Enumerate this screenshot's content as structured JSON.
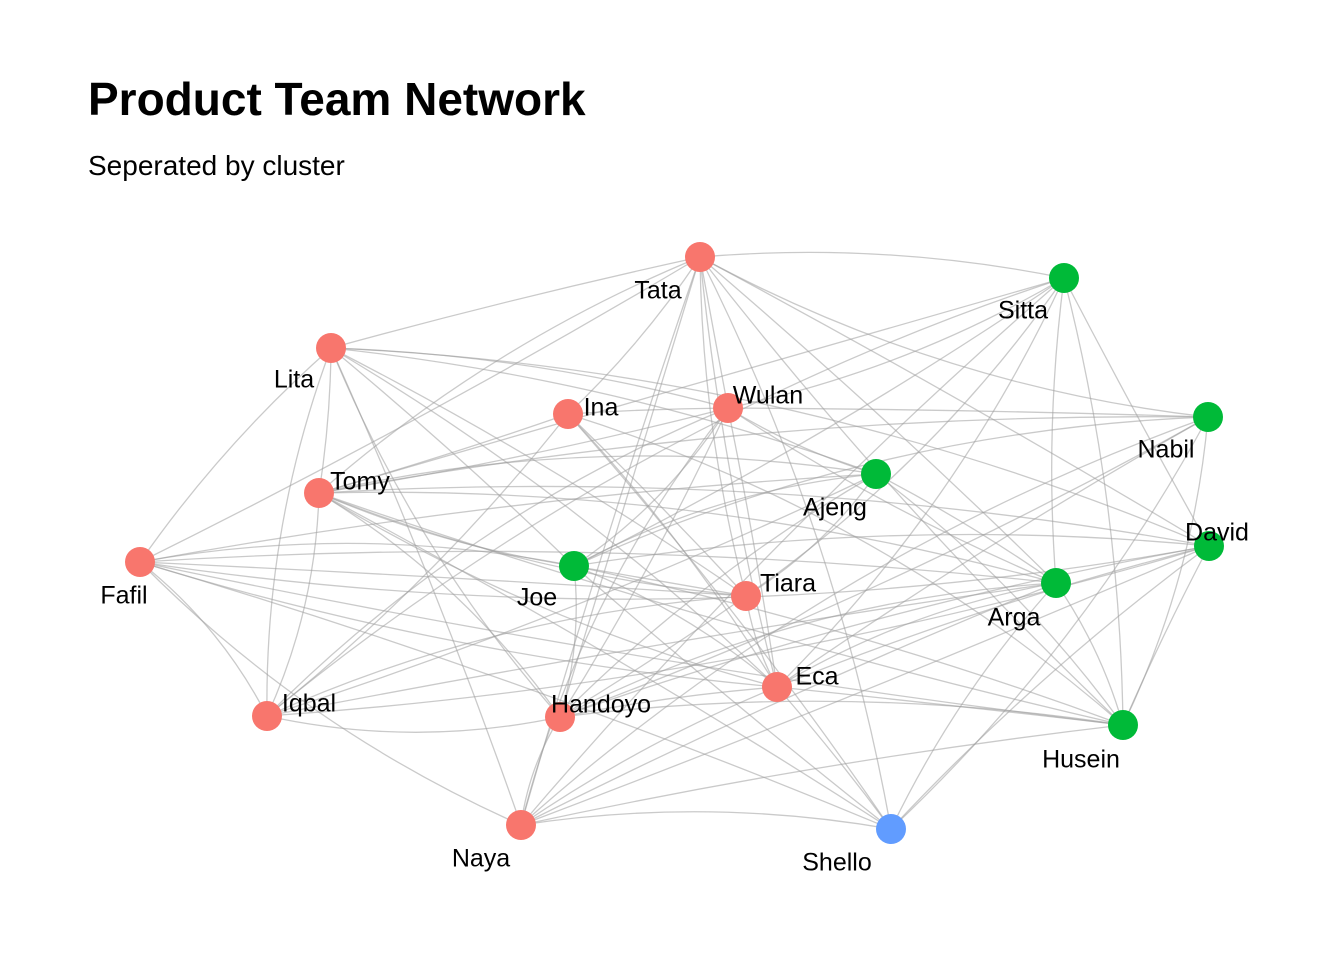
{
  "title": "Product Team Network",
  "subtitle": "Seperated by cluster",
  "colors": {
    "cluster1": "#f8766d",
    "cluster2": "#00ba38",
    "cluster3": "#619cff",
    "edge": "#9e9e9e"
  },
  "nodes": [
    {
      "id": "Tata",
      "cluster": 1
    },
    {
      "id": "Lita",
      "cluster": 1
    },
    {
      "id": "Ina",
      "cluster": 1
    },
    {
      "id": "Wulan",
      "cluster": 1
    },
    {
      "id": "Tomy",
      "cluster": 1
    },
    {
      "id": "Fafil",
      "cluster": 1
    },
    {
      "id": "Tiara",
      "cluster": 1
    },
    {
      "id": "Iqbal",
      "cluster": 1
    },
    {
      "id": "Handoyo",
      "cluster": 1
    },
    {
      "id": "Eca",
      "cluster": 1
    },
    {
      "id": "Naya",
      "cluster": 1
    },
    {
      "id": "Sitta",
      "cluster": 2
    },
    {
      "id": "Nabil",
      "cluster": 2
    },
    {
      "id": "Ajeng",
      "cluster": 2
    },
    {
      "id": "David",
      "cluster": 2
    },
    {
      "id": "Joe",
      "cluster": 2
    },
    {
      "id": "Arga",
      "cluster": 2
    },
    {
      "id": "Husein",
      "cluster": 2
    },
    {
      "id": "Shello",
      "cluster": 3
    }
  ]
}
